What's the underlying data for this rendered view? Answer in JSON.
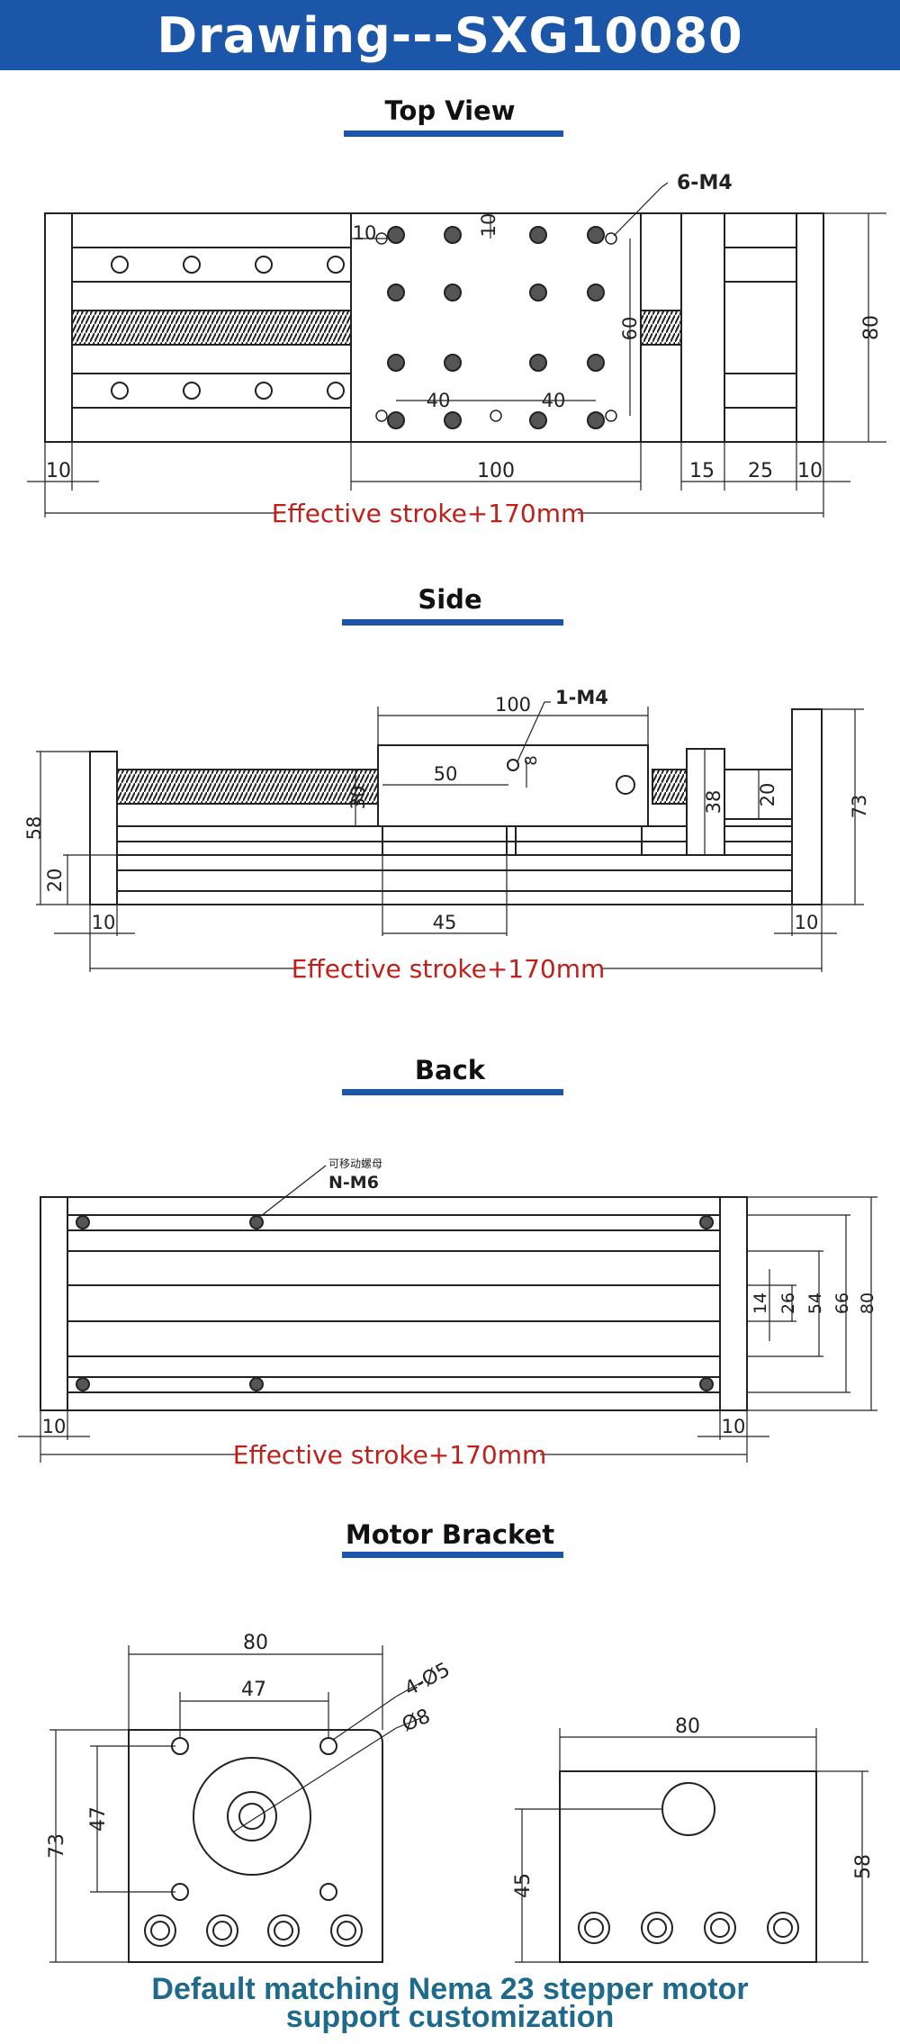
{
  "header": {
    "title": "Drawing---SXG10080"
  },
  "colors": {
    "banner": "#1c56a8",
    "accent_red": "#c0201a",
    "caption": "#1e6a8c",
    "line": "#222222"
  },
  "top_view": {
    "title": "Top View",
    "holes_callout": "6-M4",
    "dims": {
      "left_end": "10",
      "carriage": "100",
      "gap": "15",
      "mid": "25",
      "right_end": "10",
      "height": "80",
      "hole_span_v": "60",
      "hole_edge_h": "10",
      "hole_edge_v": "10",
      "hole_pitch_a": "40",
      "hole_pitch_b": "40"
    },
    "stroke": "Effective stroke+170mm"
  },
  "side_view": {
    "title": "Side",
    "hole_callout": "1-M4",
    "dims": {
      "carriage": "100",
      "hole_x": "50",
      "hole_y": "8",
      "screw_h": "30",
      "block_h": "38",
      "motor_h": "20",
      "total_h": "73",
      "left_h": "58",
      "base_h": "20",
      "base_w": "45",
      "left_end": "10",
      "right_end": "10"
    },
    "stroke": "Effective stroke+170mm"
  },
  "back_view": {
    "title": "Back",
    "note_cn": "可移动螺母",
    "nut_callout": "N-M6",
    "dims": {
      "slot": "14",
      "d26": "26",
      "d54": "54",
      "d66": "66",
      "d80": "80",
      "left_end": "10",
      "right_end": "10"
    },
    "stroke": "Effective stroke+170mm"
  },
  "motor_bracket": {
    "title": "Motor Bracket",
    "front": {
      "width": "80",
      "hole_pitch": "47",
      "holes": "4-Ø5",
      "bore": "Ø8",
      "height": "73",
      "hole_pitch_v": "47"
    },
    "side": {
      "width": "80",
      "height": "58",
      "center_h": "45"
    }
  },
  "caption": {
    "line1": "Default matching Nema 23 stepper motor",
    "line2": "support customization"
  }
}
